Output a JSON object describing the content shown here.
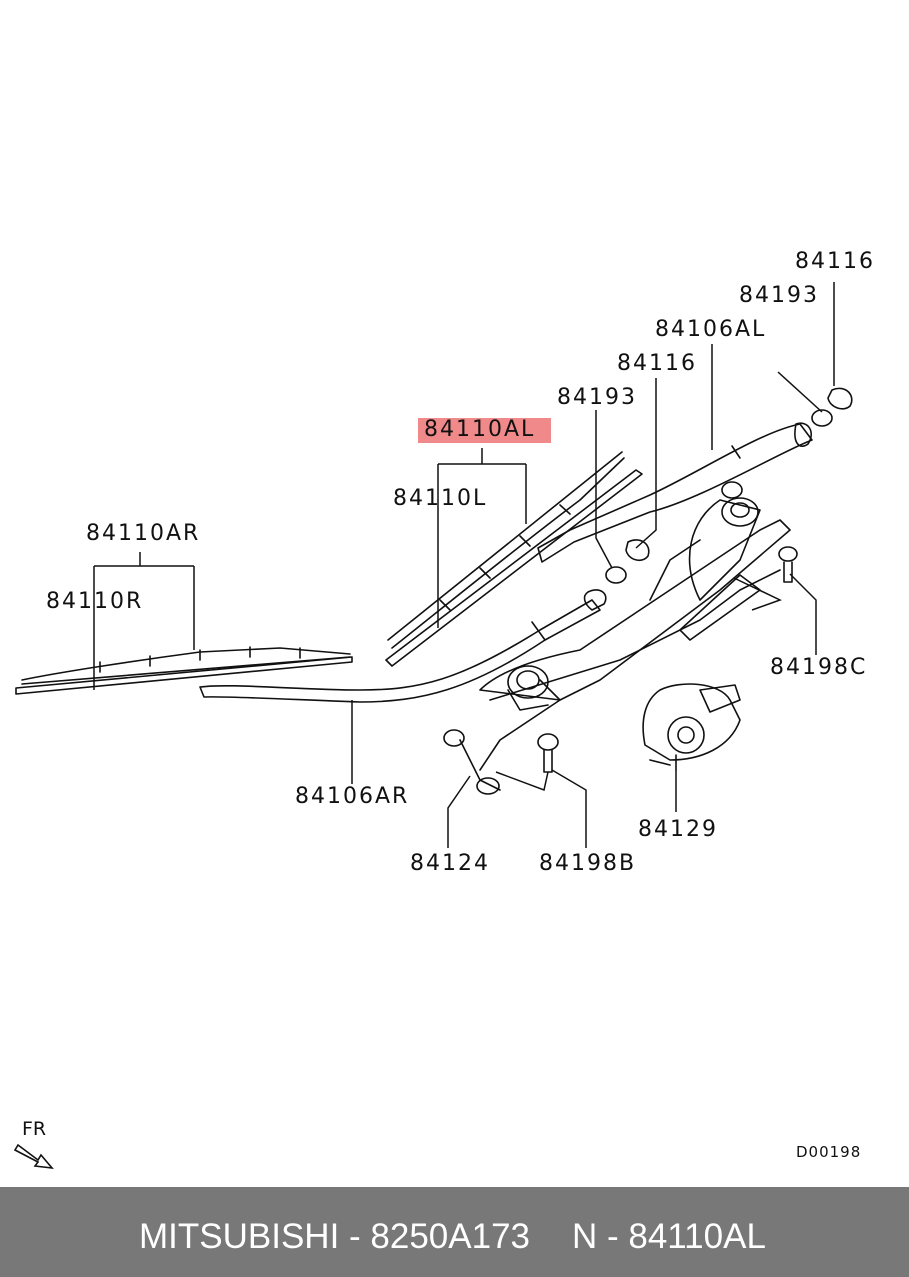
{
  "labels": {
    "l_84116_top": "84116",
    "l_84193_top": "84193",
    "l_84106AL": "84106AL",
    "l_84116_mid": "84116",
    "l_84193_mid": "84193",
    "l_84110AL": "84110AL",
    "l_84110L": "84110L",
    "l_84110AR": "84110AR",
    "l_84110R": "84110R",
    "l_84198C": "84198C",
    "l_84106AR": "84106AR",
    "l_84129": "84129",
    "l_84124": "84124",
    "l_84198B": "84198B"
  },
  "direction_label": "FR",
  "ref_code": "D00198",
  "footer": {
    "brand_part": "MITSUBISHI - 8250A173",
    "ref_part": "N - 84110AL"
  },
  "colors": {
    "highlight": "#f08a8a",
    "footer_bg": "#787878",
    "footer_text": "#ffffff",
    "line": "#111111"
  }
}
